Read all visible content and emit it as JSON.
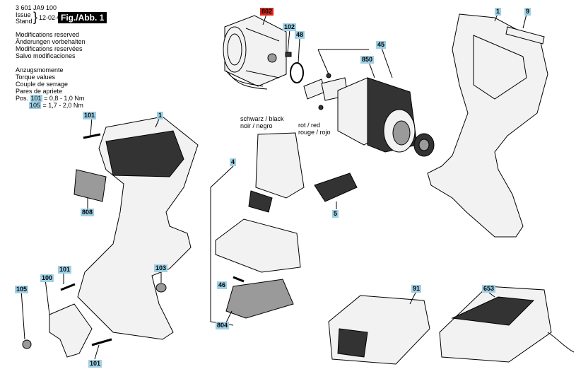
{
  "header": {
    "doc_number": "3 601 JA9 100",
    "issue_label": "Issue",
    "stand_label": "Stand",
    "date": "12-02-07",
    "figure_label": "Fig./Abb. 1"
  },
  "notes": {
    "modifications": [
      "Modifications reserved",
      "Änderungen vorbehalten",
      "Modifications reservées",
      "Salvo modificaciones"
    ],
    "torque": [
      "Anzugsmomente",
      "Torque values",
      "Couple de serrage",
      "Pares de apriete"
    ],
    "torque_rows": [
      {
        "prefix": "Pos.",
        "pos": "101",
        "value": "= 0,8 - 1,0 Nm"
      },
      {
        "prefix": "",
        "pos": "105",
        "value": "= 1,7 - 2,0 Nm"
      }
    ]
  },
  "wire_labels": {
    "black": [
      "schwarz / black",
      "noir / negro"
    ],
    "red": [
      "rot / red",
      "rouge / rojo"
    ]
  },
  "callouts": {
    "p802": "802",
    "p102": "102",
    "p48": "48",
    "p45": "45",
    "p850": "850",
    "p1_right": "1",
    "p9": "9",
    "p101_top": "101",
    "p1_left": "1",
    "p808": "808",
    "p4": "4",
    "p5": "5",
    "p100": "100",
    "p101_mid": "101",
    "p103": "103",
    "p105": "105",
    "p46": "46",
    "p804": "804",
    "p101_bottom": "101",
    "p91": "91",
    "p653": "653"
  },
  "colors": {
    "callout_bg": "#9fd0e6",
    "highlight_callout_bg": "#d9261c"
  }
}
